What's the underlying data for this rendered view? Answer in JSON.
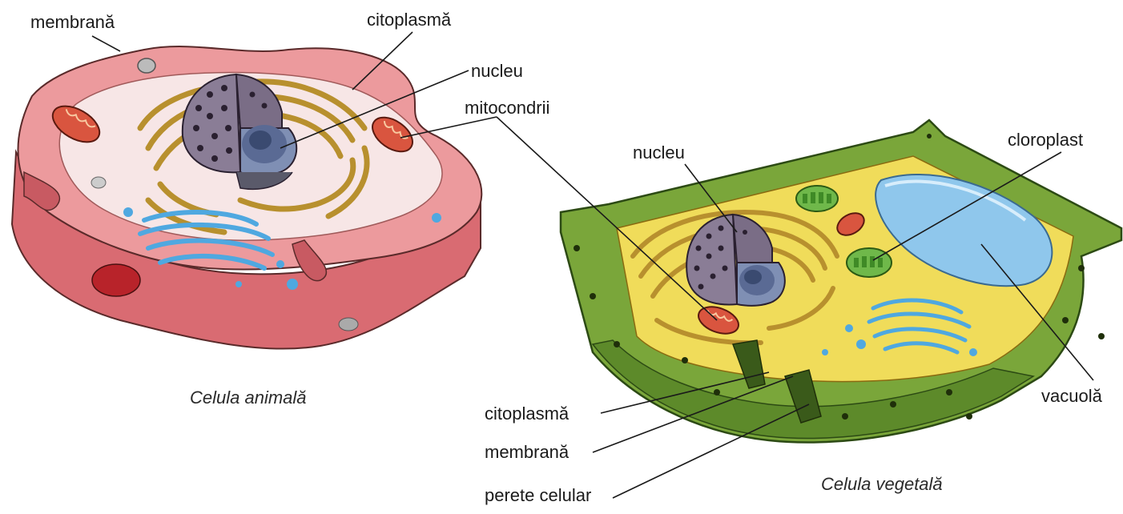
{
  "animal_cell": {
    "caption": "Celula animală",
    "labels": {
      "membrane": "membrană",
      "cytoplasm": "citoplasmă",
      "nucleus": "nucleu",
      "mitochondria": "mitocondrii"
    }
  },
  "plant_cell": {
    "caption": "Celula vegetală",
    "labels": {
      "nucleus": "nucleu",
      "chloroplast": "cloroplast",
      "vacuole": "vacuolă",
      "cytoplasm": "citoplasmă",
      "membrane": "membrană",
      "cell_wall": "perete celular"
    }
  },
  "colors": {
    "animal_membrane": "#e98a8e",
    "animal_cytoplasm": "#f6e4e4",
    "plant_wall": "#7aa63a",
    "plant_cytoplasm": "#f0dc5a",
    "vacuole": "#8fc7ec",
    "nucleus": "#8a7d96",
    "golgi": "#4fa8e0",
    "er": "#b8902e",
    "mitochondria": "#d9553f",
    "chloroplast": "#6fb84a"
  }
}
